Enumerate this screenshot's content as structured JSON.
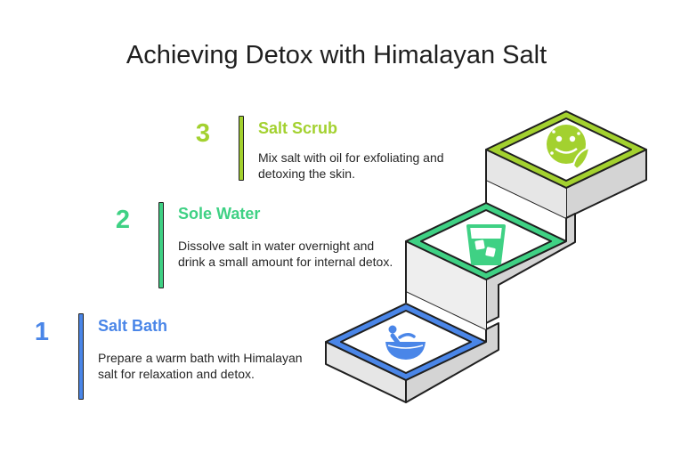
{
  "title": "Achieving Detox with Himalayan Salt",
  "steps": [
    {
      "number": "1",
      "title": "Salt Bath",
      "description": "Prepare a warm bath with Himalayan salt for relaxation and detox.",
      "color": "#4a86e8",
      "icon": "bathtub-icon"
    },
    {
      "number": "2",
      "title": "Sole Water",
      "description": "Dissolve salt in water overnight and drink a small amount for internal detox.",
      "color": "#3fd184",
      "icon": "glass-of-water-icon"
    },
    {
      "number": "3",
      "title": "Salt Scrub",
      "description": "Mix salt with oil for exfoliating and detoxing the skin.",
      "color": "#a3d12f",
      "icon": "scrub-face-icon"
    }
  ]
}
